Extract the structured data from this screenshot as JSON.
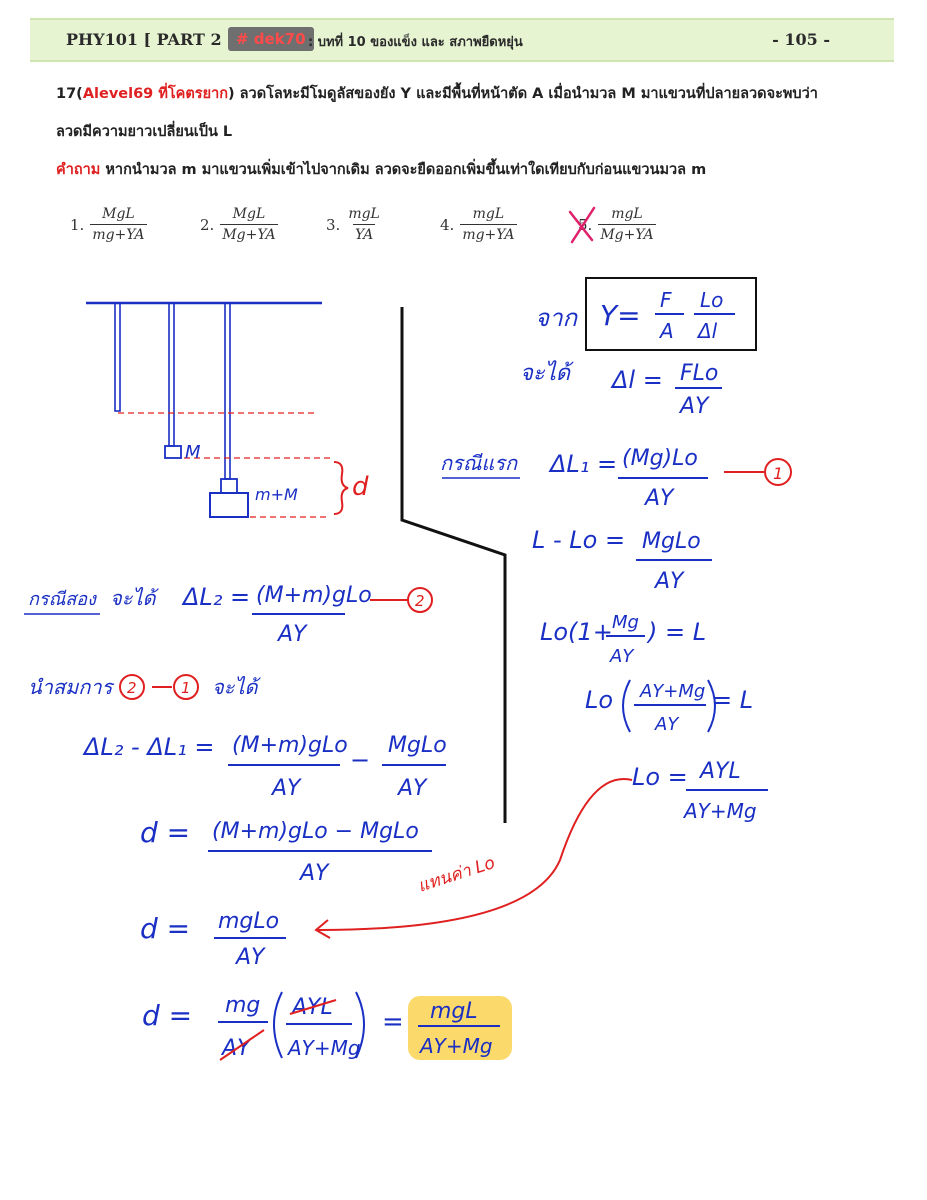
{
  "header": {
    "title": "PHY101 [ PART 2 ]",
    "tag": "# dek70",
    "chapter": ": บทที่  10  ของแข็ง และ สภาพยืดหยุ่น",
    "page": "- 105 -"
  },
  "question": {
    "number": "17(",
    "source": "Alevel69 ที่โคตรยาก",
    "line1": ") ลวดโลหะมีโมดูลัสของยัง Y และมีพื้นที่หน้าตัด A เมื่อนำมวล M มาแขวนที่ปลายลวดจะพบว่า",
    "line2": "ลวดมีความยาวเปลี่ยนเป็น L",
    "prompt_label": "คำถาม",
    "prompt_text": " หากนำมวล m มาแขวนเพิ่มเข้าไปจากเดิม ลวดจะยืดออกเพิ่มขึ้นเท่าใดเทียบกับก่อนแขวนมวล m"
  },
  "choices": [
    {
      "num": "1.",
      "numer": "MgL",
      "denom": "mg+YA"
    },
    {
      "num": "2.",
      "numer": "MgL",
      "denom": "Mg+YA"
    },
    {
      "num": "3.",
      "numer": "mgL",
      "denom": "YA"
    },
    {
      "num": "4.",
      "numer": "mgL",
      "denom": "mg+YA"
    },
    {
      "num": "5.",
      "numer": "mgL",
      "denom": "Mg+YA"
    }
  ],
  "diagram": {
    "label_M": "M",
    "label_mM": "m+M",
    "label_d": "d"
  },
  "work": {
    "from": "จาก",
    "y_lhs": "Y=",
    "y_f": "F",
    "y_a": "A",
    "y_l0": "Lo",
    "y_dl": "Δl",
    "get": "จะได้",
    "dl_lhs": "Δl =",
    "dl_num": "FLo",
    "dl_den": "AY",
    "case1": "กรณีแรก",
    "c1_lhs": "ΔL₁ =",
    "c1_num": "(Mg)Lo",
    "c1_den": "AY",
    "mark1": "1",
    "l_lhs": "L - Lo =",
    "l_num": "MgLo",
    "l_den": "AY",
    "s3_a": "Lo(1+",
    "s3_num": "Mg",
    "s3_den": "AY",
    "s3_b": ") = L",
    "s4_a": "Lo",
    "s4_num": "AY+Mg",
    "s4_den": "AY",
    "s4_b": "= L",
    "s5_a": "Lo =",
    "s5_num": "AYL",
    "s5_den": "AY+Mg",
    "case2": "กรณีสอง",
    "case2_get": "จะได้",
    "c2_lhs": "ΔL₂ =",
    "c2_num": "(M+m)gLo",
    "c2_den": "AY",
    "mark2": "2",
    "subtract": "นำสมการ",
    "sub_get": "จะได้",
    "diff_lhs": "ΔL₂ - ΔL₁ =",
    "diff_n1": "(M+m)gLo",
    "diff_d1": "AY",
    "diff_minus": "−",
    "diff_n2": "MgLo",
    "diff_d2": "AY",
    "d1_lhs": "d =",
    "d1_num": "(M+m)gLo − MgLo",
    "d1_den": "AY",
    "d2_lhs": "d =",
    "d2_num": "mgLo",
    "d2_den": "AY",
    "sub_note": "แทนค่า Lo",
    "d3_lhs": "d =",
    "d3_n1": "mg",
    "d3_d1": "AY",
    "d3_n2": "AYL",
    "d3_d2": "AY+Mg",
    "d3_eq": "=",
    "ans_num": "mgL",
    "ans_den": "AY+Mg"
  }
}
